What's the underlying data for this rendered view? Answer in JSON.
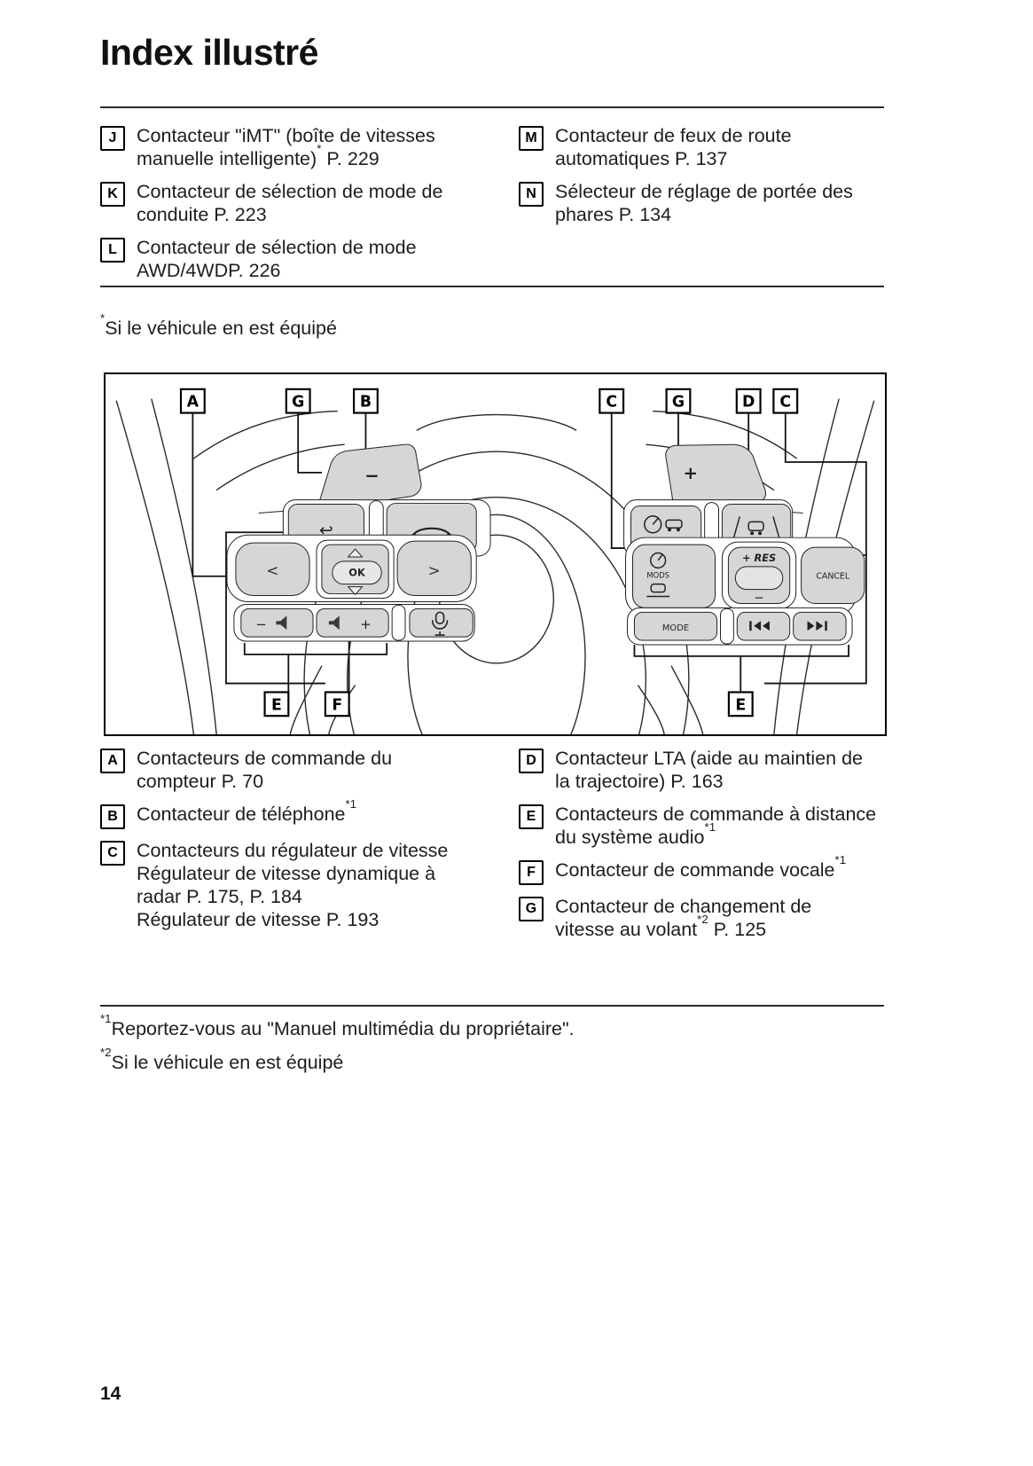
{
  "page": {
    "title": "Index illustré",
    "number": "14"
  },
  "footnote_top": {
    "sup": "*",
    "text": "Si le véhicule en est équipé"
  },
  "footnotes": [
    {
      "sup": "*1",
      "text": "Reportez-vous au \"Manuel multimédia du propriétaire\"."
    },
    {
      "sup": "*2",
      "text": "Si le véhicule en est équipé"
    }
  ],
  "legend_top": {
    "left": [
      {
        "letter": "J",
        "l1": "Contacteur \"iMT\" (boîte de vitesses",
        "l2": "manuelle intelligente)",
        "l2sup": "*",
        "l2b": " P. 229"
      },
      {
        "letter": "K",
        "l1": "Contacteur de sélection de mode de",
        "l2": "conduite P. 223"
      },
      {
        "letter": "L",
        "l1": "Contacteur de sélection de mode",
        "l2": "AWD/4WDP. 226"
      }
    ],
    "right": [
      {
        "letter": "M",
        "l1": "Contacteur de feux de route",
        "l2": "automatiques P. 137"
      },
      {
        "letter": "N",
        "l1": "Sélecteur de réglage de portée des",
        "l2": "phares P. 134"
      }
    ]
  },
  "legend_bottom": {
    "left": [
      {
        "letter": "A",
        "l1": "Contacteurs de commande du",
        "l2": "compteur P. 70"
      },
      {
        "letter": "B",
        "l1": "Contacteur de téléphone",
        "l1sup": "*1"
      },
      {
        "letter": "C",
        "l1": "Contacteurs du régulateur de vitesse",
        "l2": "Régulateur de vitesse dynamique à",
        "l3": "radar P. 175, P. 184",
        "l4": "Régulateur de vitesse P. 193"
      }
    ],
    "right": [
      {
        "letter": "D",
        "l1": "Contacteur LTA (aide au maintien de",
        "l2": "la trajectoire) P. 163"
      },
      {
        "letter": "E",
        "l1": "Contacteurs de commande à distance",
        "l2": "du système audio",
        "l2sup": "*1"
      },
      {
        "letter": "F",
        "l1": "Contacteur de commande vocale",
        "l1sup": "*1"
      },
      {
        "letter": "G",
        "l1": "Contacteur de changement de",
        "l2": "vitesse au volant",
        "l2sup": "*2",
        "l2b": " P. 125"
      }
    ]
  },
  "diagram": {
    "callouts_top": [
      "A",
      "G",
      "B",
      "C",
      "G",
      "D",
      "C"
    ],
    "callouts_bottom": [
      "E",
      "F",
      "E"
    ],
    "labels": {
      "ok": "OK",
      "cancel": "CANCEL",
      "mode": "MODE",
      "mods": "MODS",
      "res": "+ RES",
      "res_minus": "−",
      "paddle_minus": "−",
      "paddle_plus": "+",
      "arrow_left": "<",
      "arrow_right": ">",
      "back_icon": "↩",
      "volume_minus": "−",
      "volume_plus": "+"
    }
  }
}
